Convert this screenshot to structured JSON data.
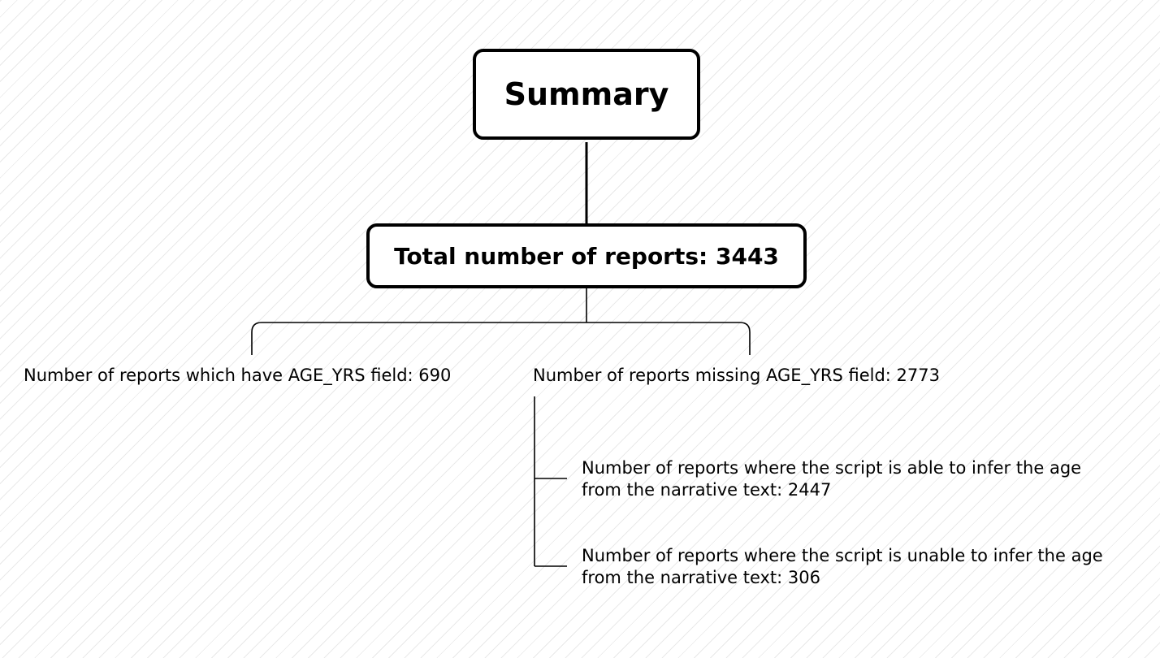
{
  "diagram": {
    "root": {
      "label": "Summary"
    },
    "total": {
      "label": "Total number of reports: 3443"
    },
    "branches": {
      "have_age": {
        "label": "Number of reports which have AGE_YRS field: 690"
      },
      "missing_age": {
        "label": "Number of reports missing AGE_YRS field: 2773",
        "children": [
          {
            "line1": "Number of reports where the script is able to infer the age",
            "line2": "from the narrative text: 2447"
          },
          {
            "line1": "Number of reports where the script is unable to infer the age",
            "line2": "from the narrative text: 306"
          }
        ]
      }
    }
  }
}
